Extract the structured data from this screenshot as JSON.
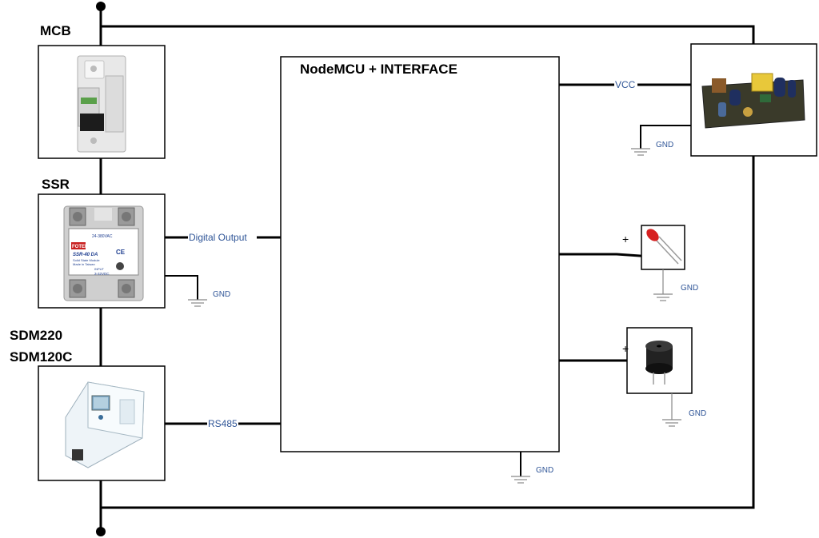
{
  "components": {
    "mcb": {
      "label": "MCB"
    },
    "ssr": {
      "label": "SSR",
      "brand": "FOTEK",
      "model": "SSR-40 DA",
      "ac_range": "24-380VAC",
      "subtitle": "Solid State Module",
      "origin": "Made in Taiwan",
      "input_label": "INPUT",
      "dc_range": "3-32VDC"
    },
    "meter": {
      "label_line1": "SDM220",
      "label_line2": "SDM120C"
    },
    "controller": {
      "label": "NodeMCU + INTERFACE"
    },
    "led": {
      "plus": "+"
    },
    "buzzer": {
      "plus": "+"
    }
  },
  "signals": {
    "vcc": "VCC",
    "digital_output": "Digital Output",
    "rs485": "RS485"
  },
  "ground_label": "GND",
  "colors": {
    "signal_text": "#2f5597",
    "wire": "#000000",
    "led_red": "#d62020",
    "ssr_blue": "#1d3d8f"
  }
}
